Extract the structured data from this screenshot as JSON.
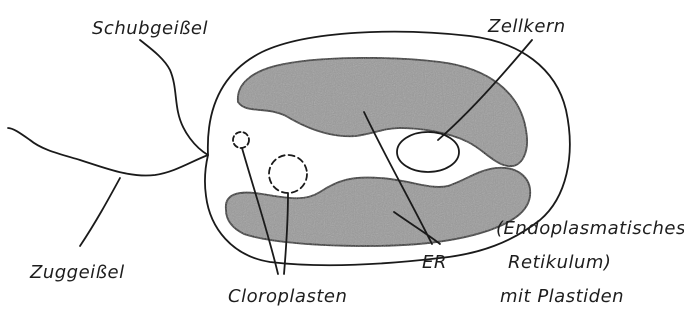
{
  "labels": {
    "push_flagellum": "Schubgeißel",
    "pull_flagellum": "Zuggeißel",
    "nucleus": "Zellkern",
    "chloroplasts": "Cloroplasten",
    "er_line1": "(Endoplasmatisches",
    "er_short": "ER",
    "er_line2": "Retikulum)",
    "er_line3": "mit Plastiden"
  },
  "colors": {
    "ink": "#1a1a1a",
    "er_fill": "#9a9a9a",
    "background": "#ffffff"
  }
}
